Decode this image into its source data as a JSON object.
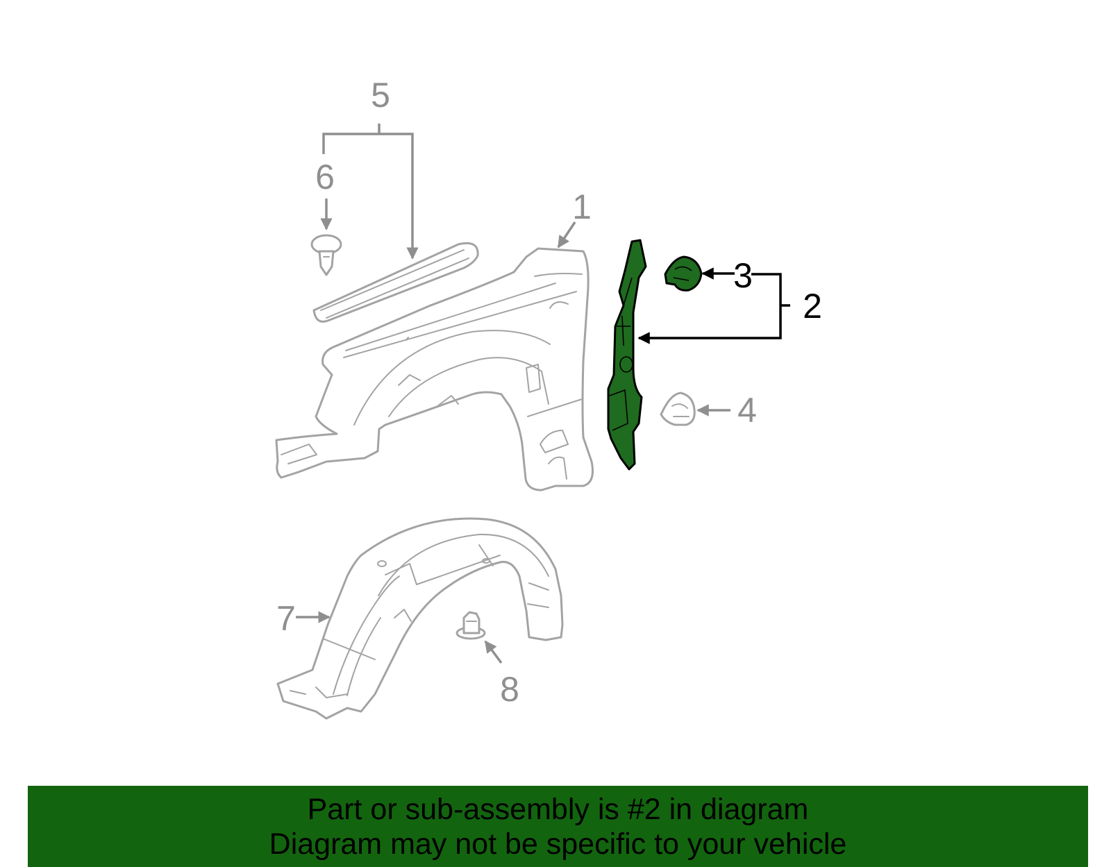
{
  "callouts": {
    "c1": "1",
    "c2": "2",
    "c3": "3",
    "c4": "4",
    "c5": "5",
    "c6": "6",
    "c7": "7",
    "c8": "8"
  },
  "highlighted_part": "2",
  "colors": {
    "highlight": "#1f6b1f",
    "banner": "#13640f",
    "line_grey": "#a3a3a3",
    "label_grey": "#8f8f8f"
  },
  "banner": {
    "line1": "Part or sub-assembly is #2 in diagram",
    "line2": "Diagram may not be specific to your vehicle"
  }
}
